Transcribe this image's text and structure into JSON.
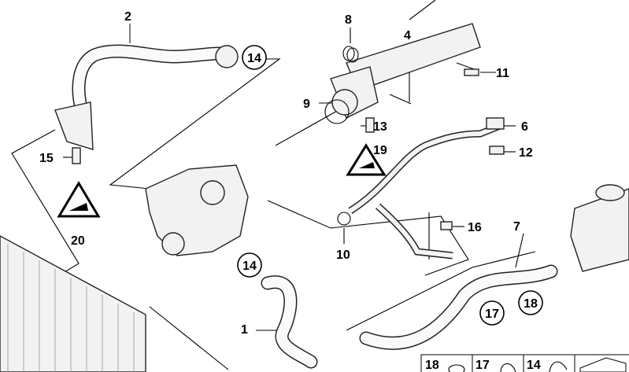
{
  "labels": {
    "p1": "1",
    "p2": "2",
    "p4": "4",
    "p6": "6",
    "p7": "7",
    "p8": "8",
    "p9": "9",
    "p10": "10",
    "p11": "11",
    "p12": "12",
    "p13": "13",
    "p15": "15",
    "p16": "16",
    "p19": "19",
    "p20": "20",
    "c14a": "14",
    "c14b": "14",
    "c17": "17",
    "c18": "18"
  },
  "legend": [
    "18",
    "17",
    "14"
  ]
}
